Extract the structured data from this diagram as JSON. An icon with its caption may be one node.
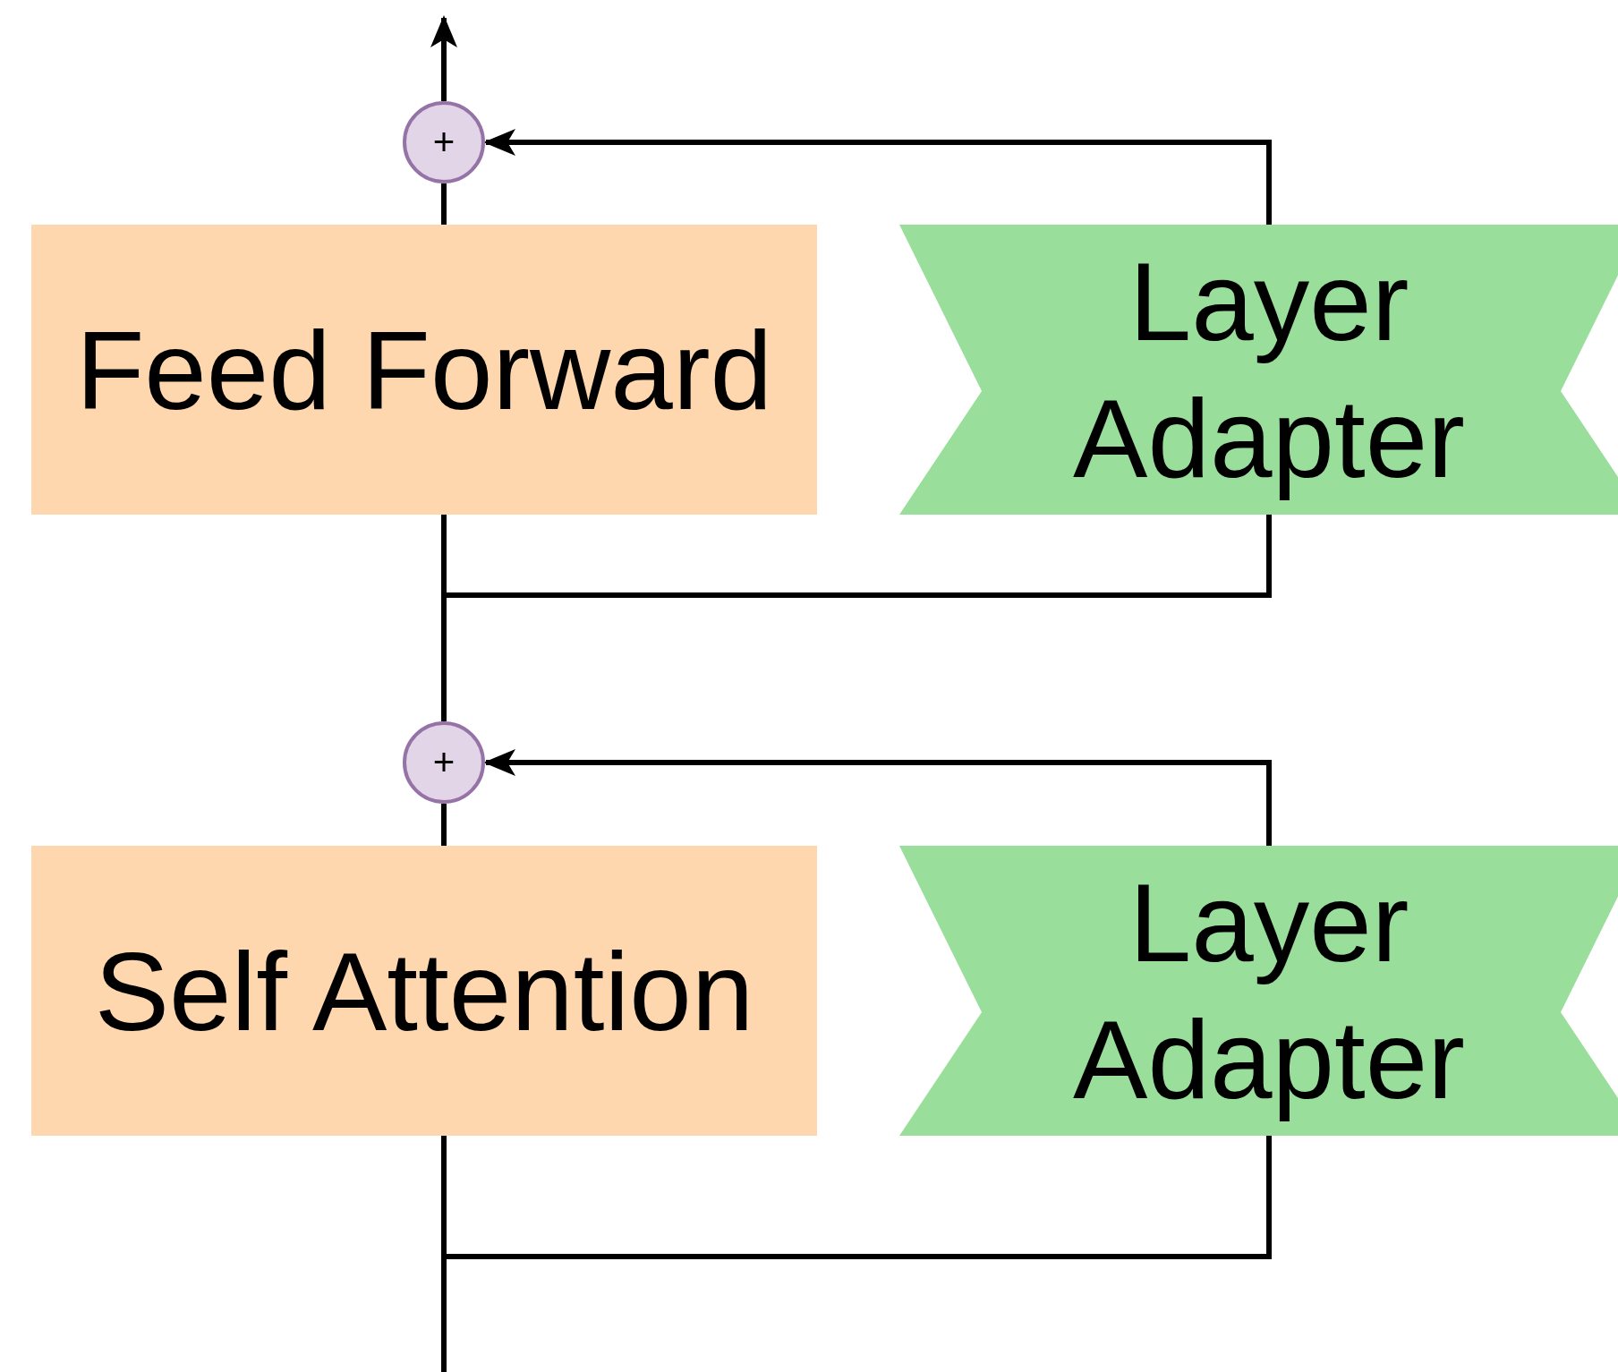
{
  "diagram": {
    "nodes": [
      {
        "text": [
          "+"
        ]
      },
      {
        "text": [
          "Feed Forward"
        ]
      },
      {
        "text": [
          "Layer Adapter"
        ]
      },
      {
        "text": [
          "+"
        ]
      },
      {
        "text": [
          "Self Attention"
        ]
      },
      {
        "text": [
          "Layer Adapter"
        ]
      }
    ],
    "edges": [
      {
        "from": 0,
        "to": null,
        "arrow": "to"
      },
      {
        "from": 1,
        "to": 0,
        "arrow": "none"
      },
      {
        "from": 2,
        "to": 0,
        "arrow": "to"
      },
      {
        "from": 3,
        "to": 1,
        "arrow": "none"
      },
      {
        "from": 3,
        "to": 2,
        "arrow": "none"
      },
      {
        "from": 4,
        "to": 3,
        "arrow": "none"
      },
      {
        "from": 5,
        "to": 3,
        "arrow": "to"
      },
      {
        "from": null,
        "to": 4,
        "arrow": "none"
      },
      {
        "from": null,
        "to": 5,
        "arrow": "none"
      }
    ]
  }
}
